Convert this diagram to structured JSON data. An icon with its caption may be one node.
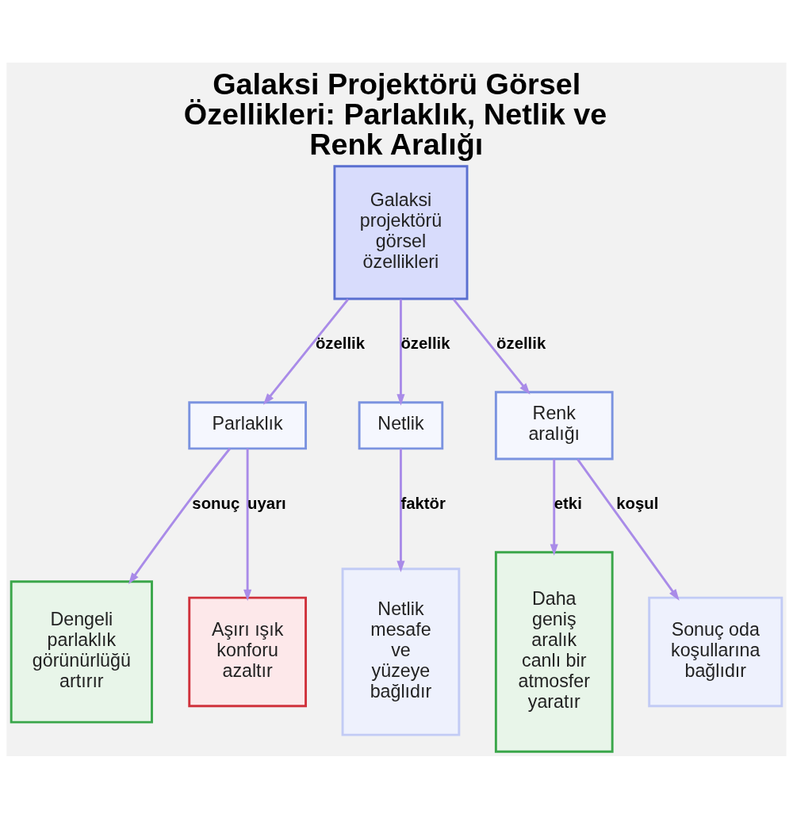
{
  "diagram": {
    "title": "Galaksi Projektörü Görsel Özellikleri: Parlaklık, Netlik ve Renk Aralığı",
    "nodes": [
      {
        "text": [
          "Galaksi projektörü görsel özellikleri"
        ]
      },
      {
        "text": [
          "Parlaklık"
        ]
      },
      {
        "text": [
          "Netlik"
        ]
      },
      {
        "text": [
          "Renk aralığı"
        ]
      },
      {
        "text": [
          "Dengeli parlaklık görünürlüğü artırır"
        ]
      },
      {
        "text": [
          "Aşırı ışık konforu azaltır"
        ]
      },
      {
        "text": [
          "Netlik mesafe ve yüzeye bağlıdır"
        ]
      },
      {
        "text": [
          "Daha geniş aralık canlı bir atmosfer yaratır"
        ]
      },
      {
        "text": [
          "Sonuç oda koşullarına bağlıdır"
        ]
      }
    ],
    "edges": [
      {
        "from": 0,
        "to": 1,
        "arrow": "to",
        "label": "özellik"
      },
      {
        "from": 0,
        "to": 2,
        "arrow": "to",
        "label": "özellik"
      },
      {
        "from": 0,
        "to": 3,
        "arrow": "to",
        "label": "özellik"
      },
      {
        "from": 1,
        "to": 4,
        "arrow": "to",
        "label": "sonuç"
      },
      {
        "from": 1,
        "to": 5,
        "arrow": "to",
        "label": "uyarı"
      },
      {
        "from": 2,
        "to": 6,
        "arrow": "to",
        "label": "faktör"
      },
      {
        "from": 3,
        "to": 7,
        "arrow": "to",
        "label": "etki"
      },
      {
        "from": 3,
        "to": 8,
        "arrow": "to",
        "label": "koşul"
      }
    ]
  }
}
